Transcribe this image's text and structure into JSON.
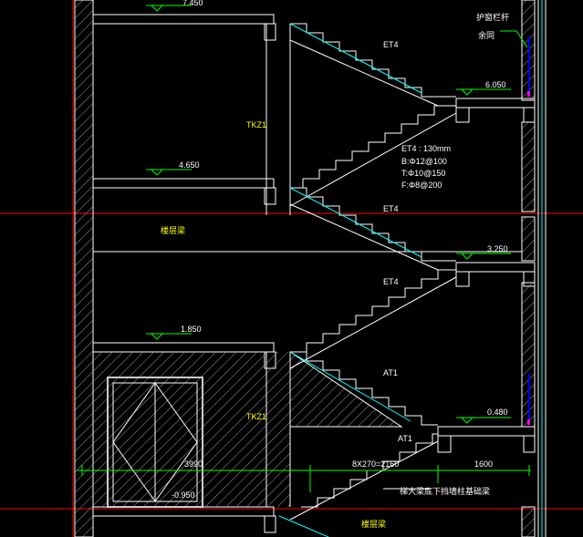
{
  "colors": {
    "background": "#000000",
    "structure": "#FFFFFF",
    "gridline": "#FF0000",
    "dimension": "#00FF00",
    "stair_slab": "#00FFFF",
    "annotation": "#FFFFFF",
    "label_yellow": "#FFFF00",
    "rail": "#0000FF",
    "marker": "#FF00FF",
    "hatch": "#9A9A9A"
  },
  "elevations": {
    "e7450": "7.450",
    "e6050": "6.050",
    "e4650": "4.650",
    "e3250": "3.250",
    "e1850": "1.850",
    "e0480": "0.480",
    "e_neg0950": "-0.950"
  },
  "labels": {
    "railing_title": "护窗栏杆",
    "railing_sub": "余同",
    "et4_a": "ET4",
    "et4_b": "ET4",
    "et4_c": "ET4",
    "at1_a": "AT1",
    "at1_b": "AT1",
    "tkz1_a": "TKZ1",
    "tkz1_b": "TKZ1",
    "floor_slab_a": "楼层梁",
    "floor_slab_b": "楼层梁",
    "basement_note": "梯大梁底下挡墙柱基础梁"
  },
  "et4_spec": {
    "thickness": "ET4 : 130mm",
    "bottom": "B:Φ12@100",
    "top": "T:Φ10@150",
    "dist": "F:Φ8@200"
  },
  "dimensions": {
    "d3990": "3990",
    "steps": "8X270=2160",
    "d1600": "1600"
  }
}
